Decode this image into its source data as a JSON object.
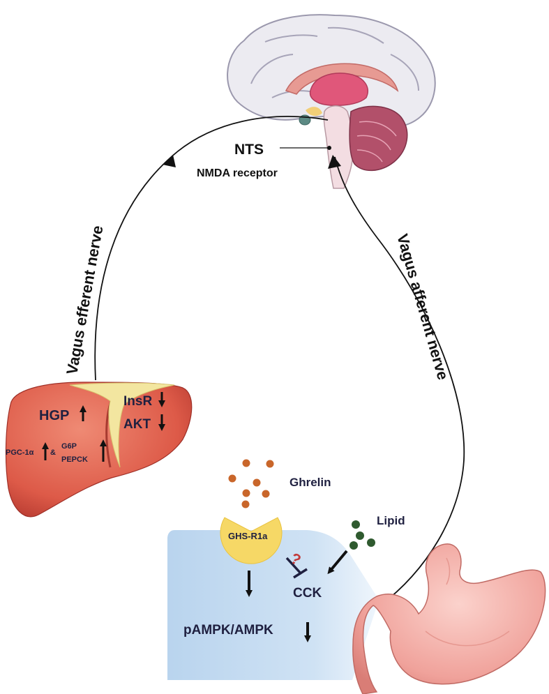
{
  "brain": {
    "nts_label": "NTS",
    "nmda_label": "NMDA receptor"
  },
  "nerves": {
    "efferent": "Vagus efferent nerve",
    "afferent": "Vagus afferent nerve"
  },
  "liver": {
    "hgp": "HGP",
    "insr": "InsR",
    "akt": "AKT",
    "pgc": "PGC-1α",
    "amp": "&",
    "g6p": "G6P",
    "pepck": "PEPCK"
  },
  "gut": {
    "ghrelin": "Ghrelin",
    "receptor": "GHS-R1a",
    "lipid": "Lipid",
    "cck": "CCK",
    "question": "?",
    "pampk": "pAMPK/AMPK"
  },
  "colors": {
    "liver": "#e0604e",
    "liver_dark": "#b83a30",
    "gall": "#f4e9a6",
    "receptor": "#f6d866",
    "ghrelin_dot": "#c9662a",
    "lipid_dot": "#2f5a2f",
    "cell_panel": "#bcd6ee",
    "stomach": "#f1a6a0",
    "label_text": "#1f2040",
    "question_mark": "#c23a3a"
  }
}
